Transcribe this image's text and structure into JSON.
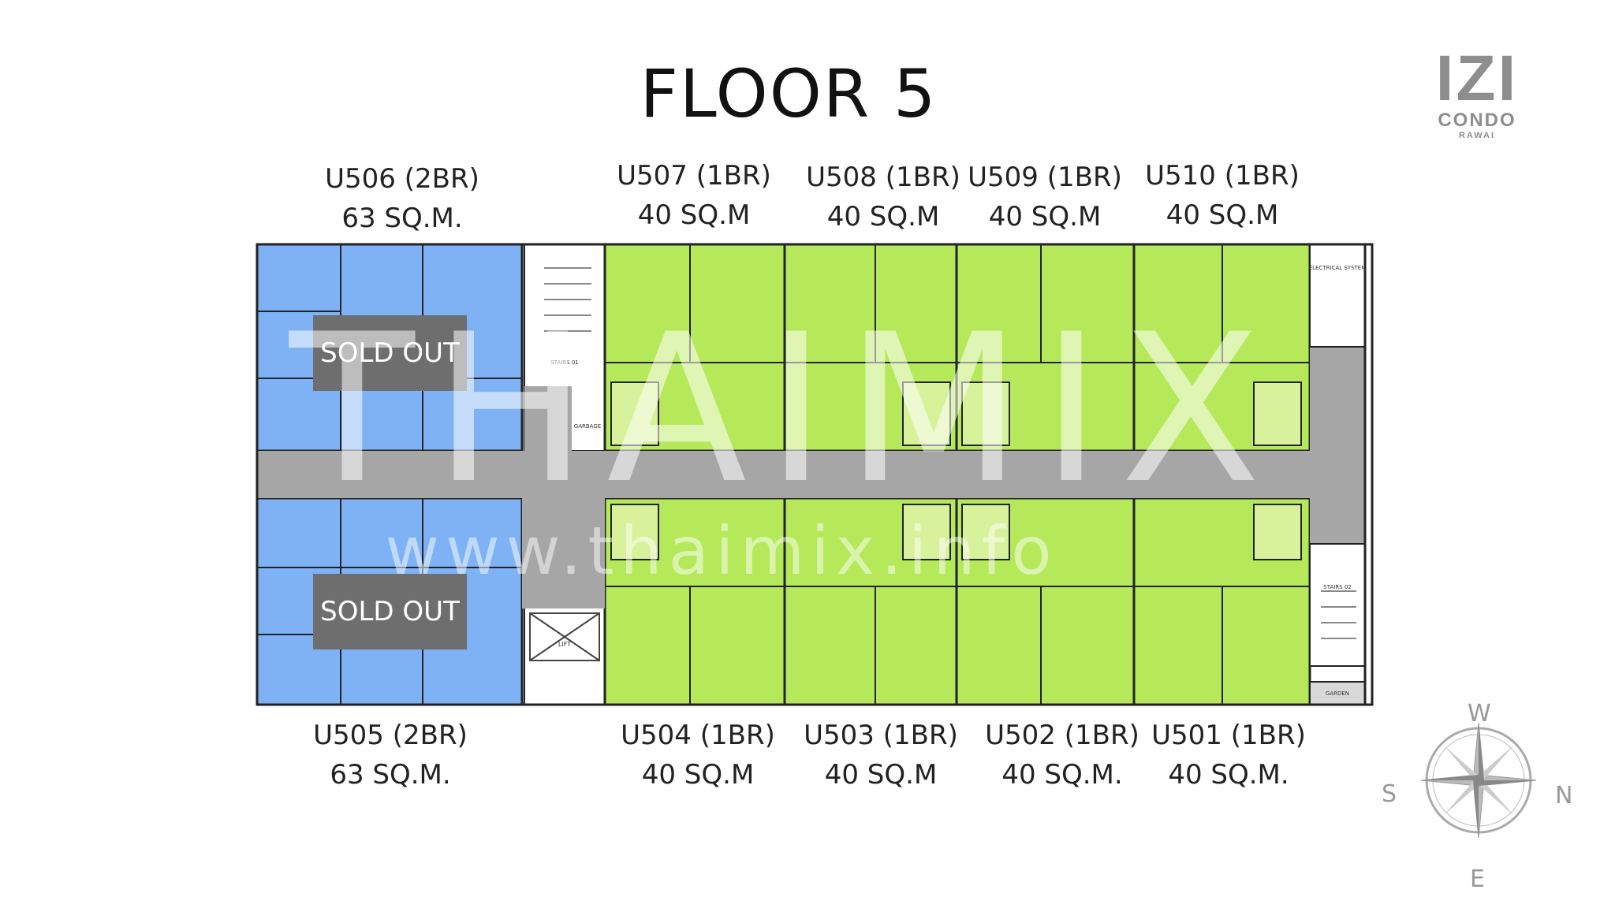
{
  "title": "FLOOR 5",
  "logo": {
    "main": "IZI",
    "sub": "CONDO",
    "location": "RAWAI"
  },
  "units_top": [
    {
      "id": "U506 (2BR)",
      "area": "63 SQ.M."
    },
    {
      "id": "U507 (1BR)",
      "area": "40 SQ.M"
    },
    {
      "id": "U508 (1BR)",
      "area": "40 SQ.M"
    },
    {
      "id": "U509 (1BR)",
      "area": "40 SQ.M"
    },
    {
      "id": "U510 (1BR)",
      "area": "40 SQ.M"
    }
  ],
  "units_bottom": [
    {
      "id": "U505 (2BR)",
      "area": "63 SQ.M."
    },
    {
      "id": "U504 (1BR)",
      "area": "40 SQ.M"
    },
    {
      "id": "U503 (1BR)",
      "area": "40 SQ.M"
    },
    {
      "id": "U502 (1BR)",
      "area": "40 SQ.M."
    },
    {
      "id": "U501 (1BR)",
      "area": "40 SQ.M."
    }
  ],
  "status": {
    "sold_out": "SOLD OUT"
  },
  "plan_labels": {
    "stairs1": "STAIRS 01",
    "stairs2": "STAIRS 02",
    "garbage": "GARBAGE",
    "electrical": "ELECTRICAL SYSTEM",
    "lift": "LIFT",
    "garden": "GARDEN"
  },
  "watermark": {
    "main": "THAIMIX",
    "url": "www.thaimix.info"
  },
  "compass": {
    "north": "N",
    "south": "S",
    "east": "E",
    "west": "W"
  },
  "colors": {
    "available": "#b5e95a",
    "two_bedroom": "#7fb2f5",
    "corridor": "#a6a6a6",
    "sold_badge": "#6e6e6e"
  }
}
